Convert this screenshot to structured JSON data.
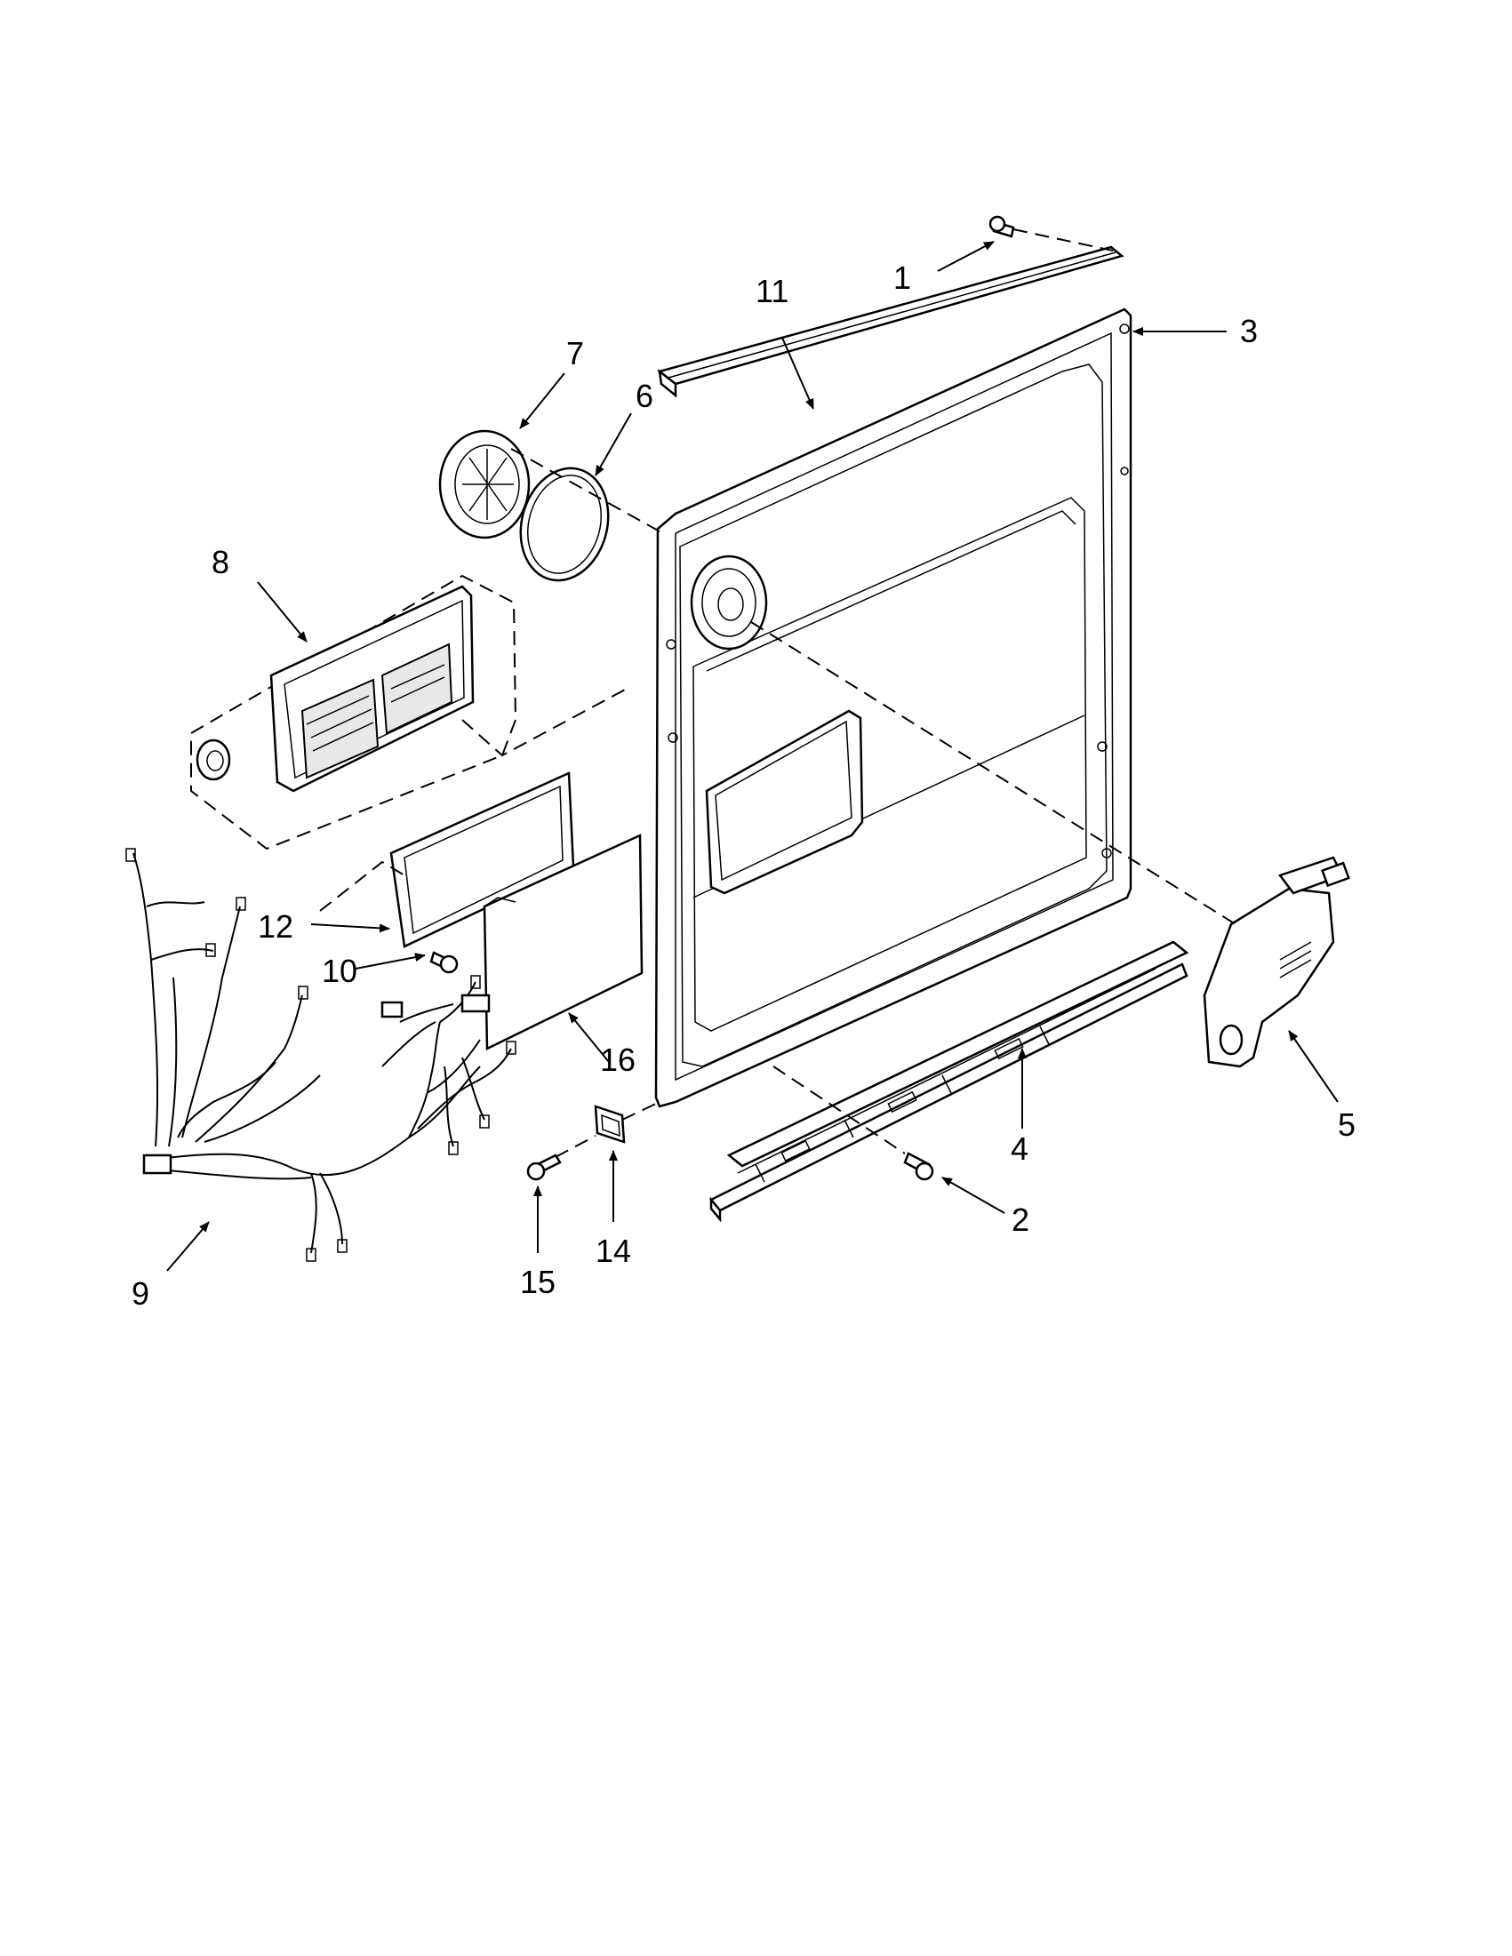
{
  "diagram": {
    "callouts": [
      {
        "id": "1",
        "text": "1"
      },
      {
        "id": "2",
        "text": "2"
      },
      {
        "id": "3",
        "text": "3"
      },
      {
        "id": "4",
        "text": "4"
      },
      {
        "id": "5",
        "text": "5"
      },
      {
        "id": "6",
        "text": "6"
      },
      {
        "id": "7",
        "text": "7"
      },
      {
        "id": "8",
        "text": "8"
      },
      {
        "id": "9",
        "text": "9"
      },
      {
        "id": "10",
        "text": "10"
      },
      {
        "id": "11",
        "text": "11"
      },
      {
        "id": "12",
        "text": "12"
      },
      {
        "id": "14",
        "text": "14"
      },
      {
        "id": "15",
        "text": "15"
      },
      {
        "id": "16",
        "text": "16"
      }
    ],
    "colors": {
      "line": "#000000",
      "background": "#ffffff"
    }
  }
}
